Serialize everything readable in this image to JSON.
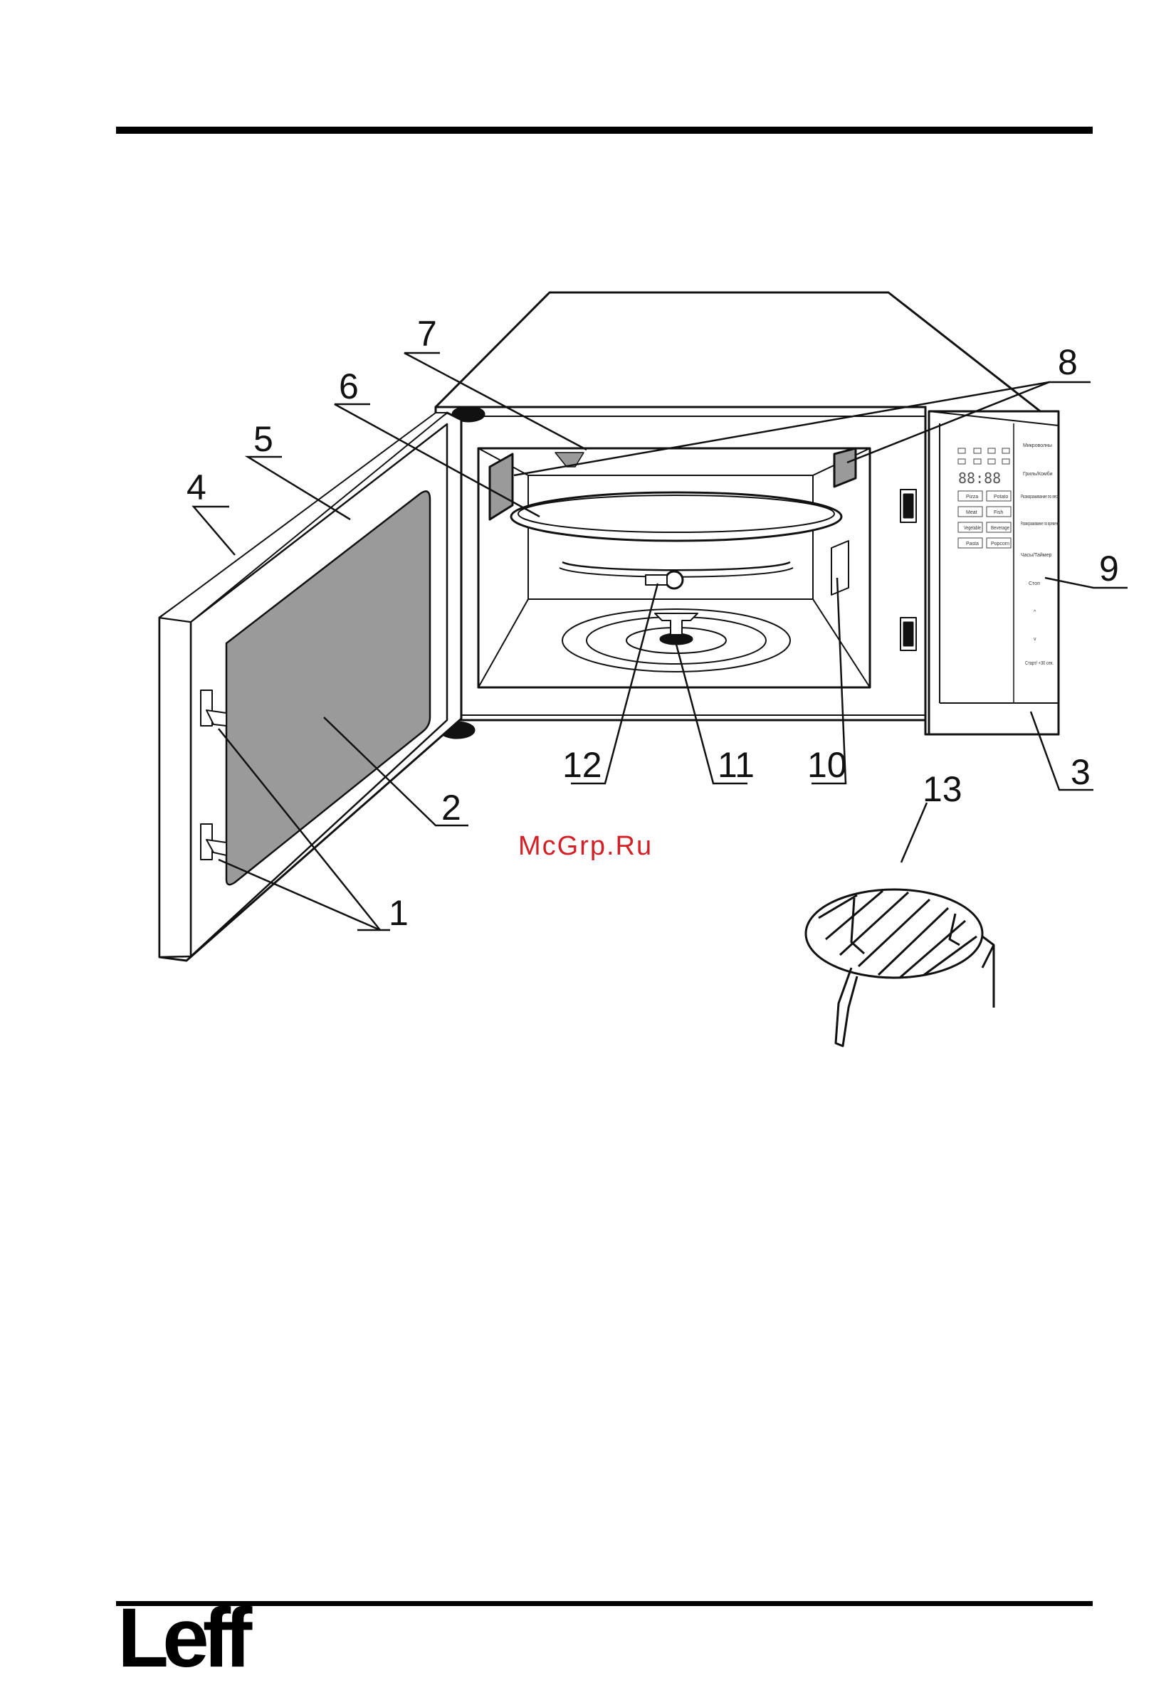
{
  "callouts": [
    {
      "id": "1",
      "label": "1"
    },
    {
      "id": "2",
      "label": "2"
    },
    {
      "id": "3",
      "label": "3"
    },
    {
      "id": "4",
      "label": "4"
    },
    {
      "id": "5",
      "label": "5"
    },
    {
      "id": "6",
      "label": "6"
    },
    {
      "id": "7",
      "label": "7"
    },
    {
      "id": "8",
      "label": "8"
    },
    {
      "id": "9",
      "label": "9"
    },
    {
      "id": "10",
      "label": "10"
    },
    {
      "id": "11",
      "label": "11"
    },
    {
      "id": "12",
      "label": "12"
    },
    {
      "id": "13",
      "label": "13"
    }
  ],
  "control_panel": {
    "display": "88:88",
    "buttons": [
      "Микроволны",
      "Гриль/Комби",
      "Размораживание по весу",
      "Размораживание по времени",
      "Часы/Таймер",
      "Стоп",
      "^",
      "v",
      "Старт/ +30 сек."
    ],
    "presets": [
      "Pizza",
      "Potato",
      "Meat",
      "Fish",
      "Vegetable",
      "Beverage",
      "Pasta",
      "Popcorn"
    ]
  },
  "watermark": "McGrp.Ru",
  "brand": "Leff",
  "colors": {
    "watermark": "#d31f26",
    "glass": "#9a9a9a",
    "line": "#111111"
  }
}
